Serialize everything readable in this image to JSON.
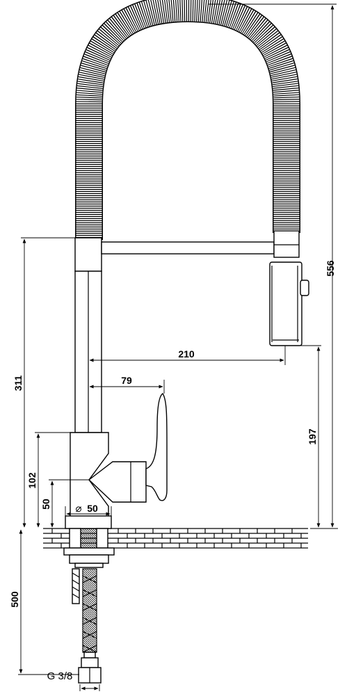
{
  "dimensions": {
    "total_height": "556",
    "spout_height": "311",
    "reach": "210",
    "handle_offset": "79",
    "outlet_height": "197",
    "body_height": "102",
    "base_height": "50",
    "base_diameter": "50",
    "hose_length": "500",
    "thread": "G 3/8"
  },
  "symbols": {
    "diameter": "⌀"
  }
}
